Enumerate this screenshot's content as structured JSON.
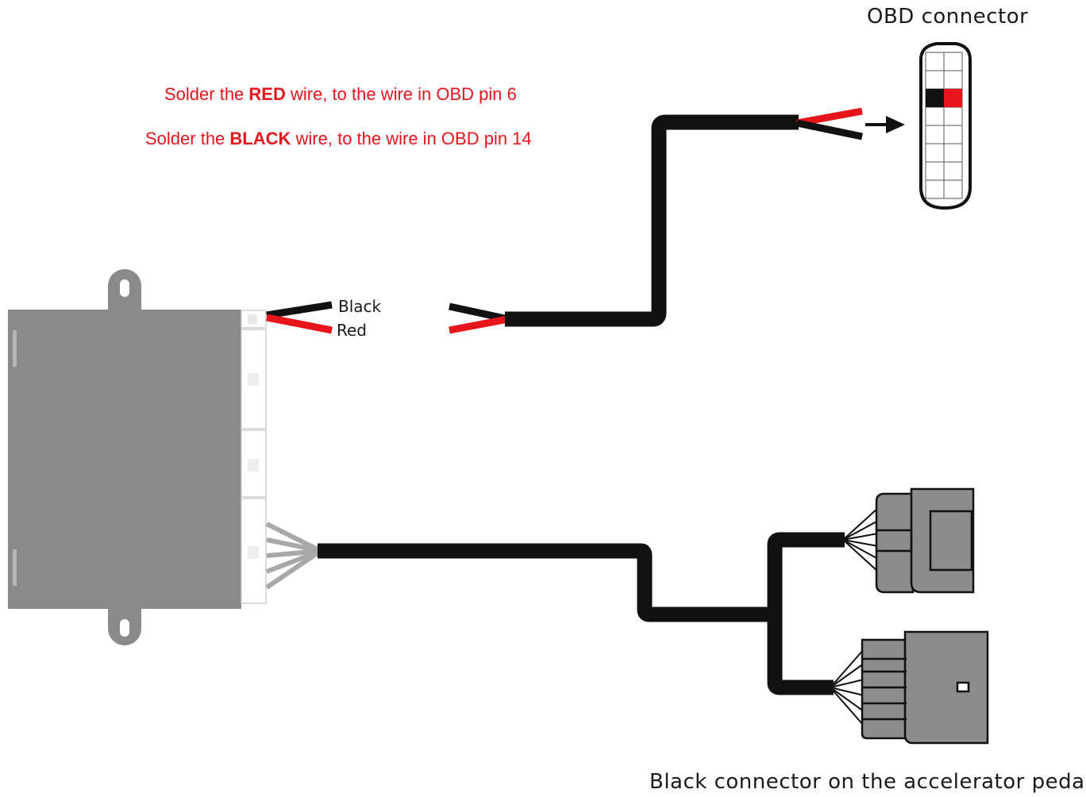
{
  "instructions": {
    "line1": {
      "prefix": "Solder the ",
      "keyword": "RED",
      "suffix": " wire, to the wire in OBD pin 6"
    },
    "line2": {
      "prefix": "Solder the ",
      "keyword": "BLACK",
      "suffix": " wire, to the wire in OBD pin 14"
    }
  },
  "labels": {
    "obd_connector": "OBD connector",
    "black_wire": "Black",
    "red_wire": "Red",
    "pedal_connector": "Black connector on the accelerator pedal"
  },
  "colors": {
    "instruction_text": "#e8141c",
    "red_wire": "#e8141c",
    "black_wire": "#111111",
    "module_body": "#8a8a8a",
    "connector_grey": "#8c8c8c"
  }
}
